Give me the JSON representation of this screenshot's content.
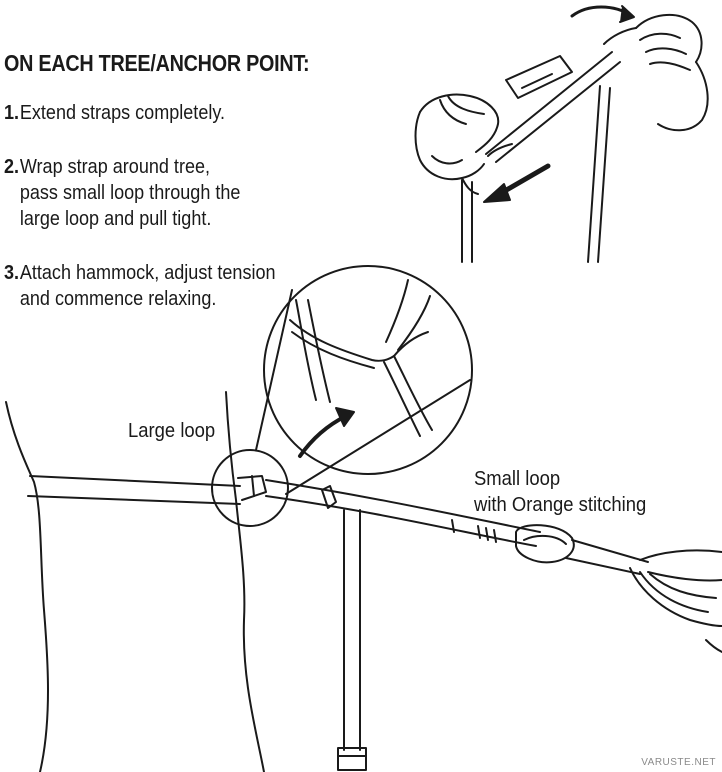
{
  "heading": "ON EACH TREE/ANCHOR POINT:",
  "steps": [
    {
      "number": "1.",
      "lines": [
        "Extend straps completely."
      ]
    },
    {
      "number": "2.",
      "lines": [
        "Wrap strap around tree,",
        "pass small loop through the",
        "large loop and pull tight."
      ]
    },
    {
      "number": "3.",
      "lines": [
        "Attach hammock, adjust tension",
        "and commence relaxing."
      ]
    }
  ],
  "labels": {
    "large_loop": "Large loop",
    "small_loop_line1": "Small loop",
    "small_loop_line2": "with Orange stitching"
  },
  "watermark": "VARUSTE.NET",
  "colors": {
    "ink": "#1a1a1a",
    "background": "#ffffff"
  }
}
